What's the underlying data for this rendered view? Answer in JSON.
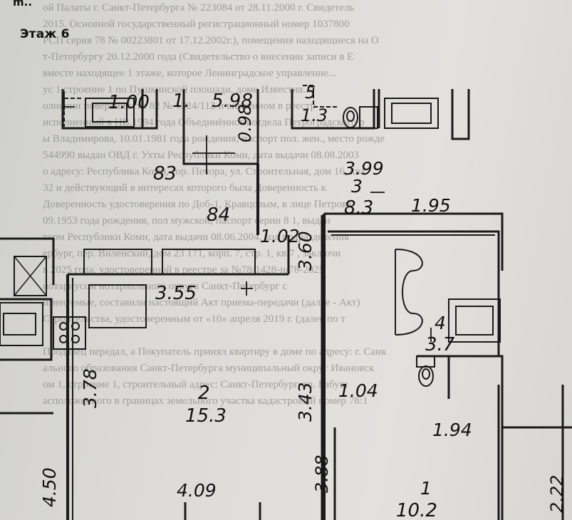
{
  "page": {
    "top_fragment": "m..",
    "floor_label": "Этаж 6"
  },
  "background_text_lines": [
    "ой Палаты г. Санкт-Петербурга № 223084 от 28.11.2000 г. Свидетель",
    "2015. Основной государственный регистрационный номер 1037800",
    "РСП серия 78 № 00223801 от 17.12.2002г.), помещения находящиеся на О",
    "т-Петербургу 20.12.2000 года (Свидетельство о внесении записи в Е",
    "вместе находящее 1 этаже, которое Ленинградское управление...",
    "ус 1 строение 1 по Пушкинской площади, доме Известия...",
    "олнении поверенности 82 № 1324/112 и внесенном в реестр",
    "исполненный в НВ.1994 года Объединённого отдела Петроградского р",
    "ы Владимирова, 10.01.1981 года рождения, паспорт пол. жен., место рожде",
    "544990 выдан ОВД г. Ухты Республики Коми, дата выдачи 08.08.2003",
    "о адресу: Республика Коми, гор. Печора, ул. Строительная, дом 16, ква",
    "32 и действующий в интересах которого была Доверенность к",
    "Доверенность удостоверения по Доб-1, Кравцовым, в лице Петрова",
    "09.1953 года рождения, пол мужской, паспорт серии 8 1, выдан",
    "торм Республики Коми, дата выдачи 08.06.2004, код подразделения",
    "ербург, пер. Виленский, дом 23 171, корп. 7, стр. 1, кв.7 , заключи",
    "в 2025 года, удостоверенной в реестре за №78/1428-н/78-2025",
    "нотариусом нотариального округа Санкт-Петербург с",
    "именуемые, составили настоящий Акт приема-передачи (далее - Акт)",
    "Строительства, удостоверенным от «10» апреля 2019 г. (далее по т",
    "",
    "Продавец передал, а Покупатель принял квартиру в доме по адресу: г. Санк",
    "ального образования Санкт-Петербурга муниципальный округ Ивановск",
    "ом 1, строение 1, строительный адрес: Санкт-Петербург, ул. Бабуш",
    "асположенного в границах земельного участка кадастровый номер 78:1"
  ],
  "rooms": [
    {
      "id": "1",
      "number": "1",
      "area": "10.2"
    },
    {
      "id": "2",
      "number": "2",
      "area": "15.3"
    },
    {
      "id": "3",
      "number": "3",
      "area": "8.3"
    },
    {
      "id": "4",
      "number": "4",
      "area": "3.7"
    },
    {
      "id": "5",
      "number": "5",
      "area": "1.3"
    }
  ],
  "dimensions": {
    "d100": "1.00",
    "d1": "1.",
    "d598": "5.98",
    "d098": "0.98",
    "d83": "83",
    "d84": "84",
    "d102": "1.02",
    "d399": "3.99",
    "d195": "1.95",
    "d360": "3.60",
    "d355": "3.55",
    "d378": "3.78",
    "d343": "3.43",
    "d104": "1.04",
    "d194": "1.94",
    "d388": "3.88",
    "d450": "4.50",
    "d409": "4.09",
    "d222": "2.22"
  }
}
